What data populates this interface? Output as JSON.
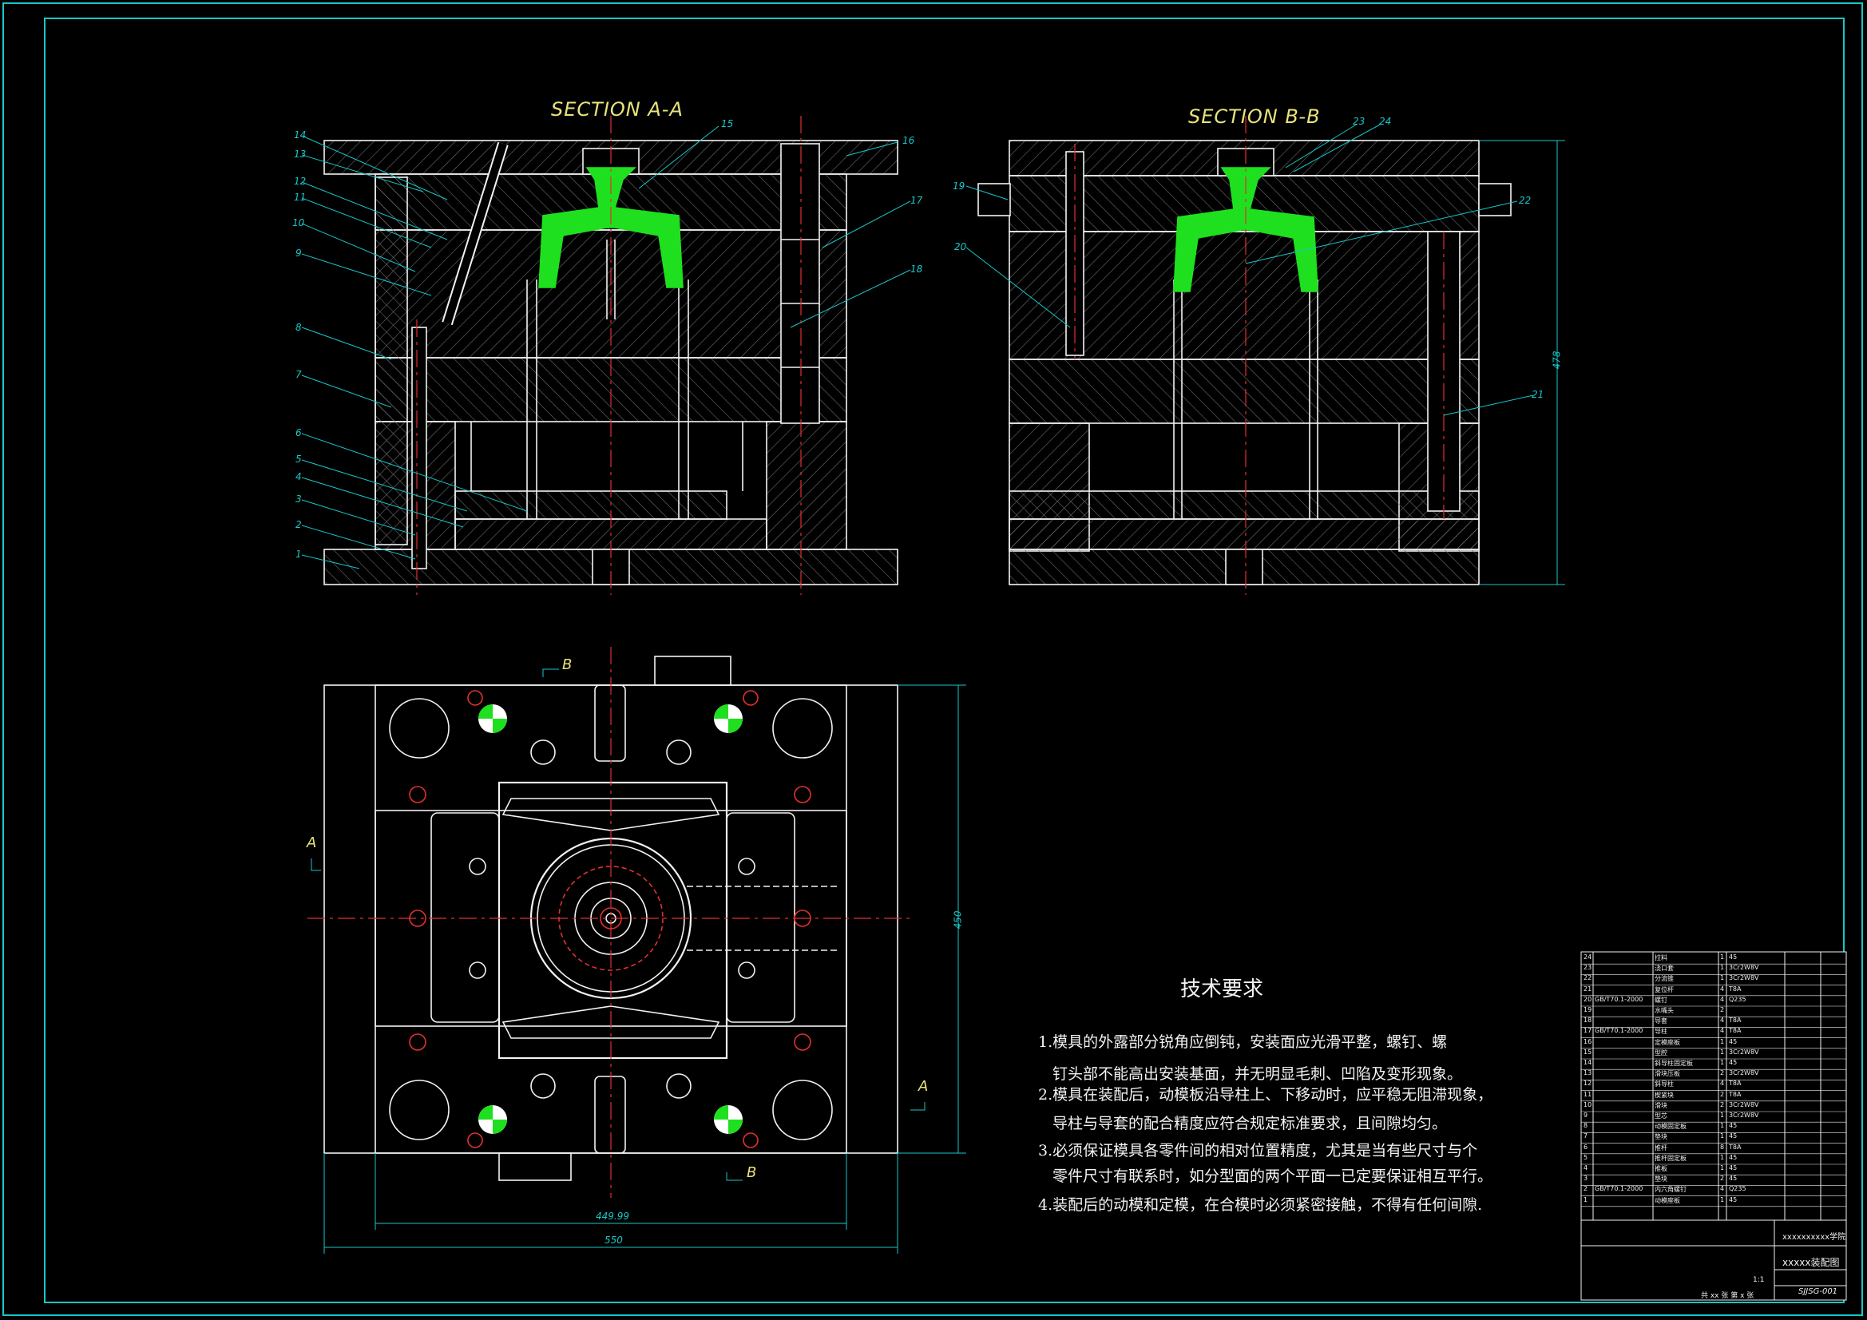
{
  "views": {
    "section_aa_title": "SECTION A-A",
    "section_bb_title": "SECTION B-B",
    "plan_marks": {
      "b_top": "B",
      "b_bottom": "B",
      "a_left": "A",
      "a_right": "A"
    }
  },
  "balloons_aa": [
    "14",
    "13",
    "12",
    "11",
    "10",
    "9",
    "8",
    "7",
    "6",
    "5",
    "4",
    "3",
    "2",
    "1",
    "15",
    "16",
    "17",
    "18"
  ],
  "balloons_bb": [
    "19",
    "20",
    "23",
    "24",
    "22",
    "21"
  ],
  "dimensions": {
    "height_bb": "478",
    "plan_height": "450",
    "inner_width": "449.99",
    "outer_width": "550"
  },
  "tech_requirements": {
    "heading": "技术要求",
    "lines": [
      "1.模具的外露部分锐角应倒钝，安装面应光滑平整，螺钉、螺",
      "钉头部不能高出安装基面，并无明显毛刺、凹陷及变形现象。",
      "2.模具在装配后，动模板沿导柱上、下移动时，应平稳无阻滞现象，",
      "导柱与导套的配合精度应符合规定标准要求，且间隙均匀。",
      "3.必须保证模具各零件间的相对位置精度，尤其是当有些尺寸与个",
      "零件尺寸有联系时，如分型面的两个平面一已定要保证相互平行。",
      "4.装配后的动模和定模，在合模时必须紧密接触，不得有任何间隙."
    ]
  },
  "parts_list": [
    {
      "no": "24",
      "std": "",
      "name": "拉料",
      "qty": "1",
      "mat": "45"
    },
    {
      "no": "23",
      "std": "",
      "name": "浇口套",
      "qty": "1",
      "mat": "3Cr2W8V"
    },
    {
      "no": "22",
      "std": "",
      "name": "分流锥",
      "qty": "1",
      "mat": "3Cr2W8V"
    },
    {
      "no": "21",
      "std": "",
      "name": "复位杆",
      "qty": "4",
      "mat": "T8A"
    },
    {
      "no": "20",
      "std": "GB/T70.1-2000",
      "name": "螺钉",
      "qty": "4",
      "mat": "Q235"
    },
    {
      "no": "19",
      "std": "",
      "name": "水嘴头",
      "qty": "2",
      "mat": ""
    },
    {
      "no": "18",
      "std": "",
      "name": "导套",
      "qty": "4",
      "mat": "T8A"
    },
    {
      "no": "17",
      "std": "GB/T70.1-2000",
      "name": "导柱",
      "qty": "4",
      "mat": "T8A"
    },
    {
      "no": "16",
      "std": "",
      "name": "定模座板",
      "qty": "1",
      "mat": "45"
    },
    {
      "no": "15",
      "std": "",
      "name": "型腔",
      "qty": "1",
      "mat": "3Cr2W8V"
    },
    {
      "no": "14",
      "std": "",
      "name": "斜导柱固定板",
      "qty": "1",
      "mat": "45"
    },
    {
      "no": "13",
      "std": "",
      "name": "滑块压板",
      "qty": "2",
      "mat": "3Cr2W8V"
    },
    {
      "no": "12",
      "std": "",
      "name": "斜导柱",
      "qty": "4",
      "mat": "T8A"
    },
    {
      "no": "11",
      "std": "",
      "name": "楔紧块",
      "qty": "2",
      "mat": "T8A"
    },
    {
      "no": "10",
      "std": "",
      "name": "滑块",
      "qty": "2",
      "mat": "3Cr2W8V"
    },
    {
      "no": "9",
      "std": "",
      "name": "型芯",
      "qty": "1",
      "mat": "3Cr2W8V"
    },
    {
      "no": "8",
      "std": "",
      "name": "动模固定板",
      "qty": "1",
      "mat": "45"
    },
    {
      "no": "7",
      "std": "",
      "name": "垫块",
      "qty": "1",
      "mat": "45"
    },
    {
      "no": "6",
      "std": "",
      "name": "推杆",
      "qty": "8",
      "mat": "T8A"
    },
    {
      "no": "5",
      "std": "",
      "name": "推杆固定板",
      "qty": "1",
      "mat": "45"
    },
    {
      "no": "4",
      "std": "",
      "name": "推板",
      "qty": "1",
      "mat": "45"
    },
    {
      "no": "3",
      "std": "",
      "name": "垫块",
      "qty": "2",
      "mat": "45"
    },
    {
      "no": "2",
      "std": "GB/T70.1-2000",
      "name": "内六角螺钉",
      "qty": "4",
      "mat": "Q235"
    },
    {
      "no": "1",
      "std": "",
      "name": "动模座板",
      "qty": "1",
      "mat": "45"
    }
  ],
  "title_block": {
    "school": "xxxxxxxxxx学院",
    "drawing_name": "xxxxx装配图",
    "drawing_no": "SJJSG-001",
    "sheet": "共 xx 张  第 x 张",
    "scale": "1:1"
  },
  "colors": {
    "frame": "#18c7c7",
    "part_line": "#f2f2f2",
    "hatch": "#6c6c6c",
    "plastic": "#1fe01f",
    "centerline": "#e23030",
    "title_text": "#e8e37a"
  }
}
